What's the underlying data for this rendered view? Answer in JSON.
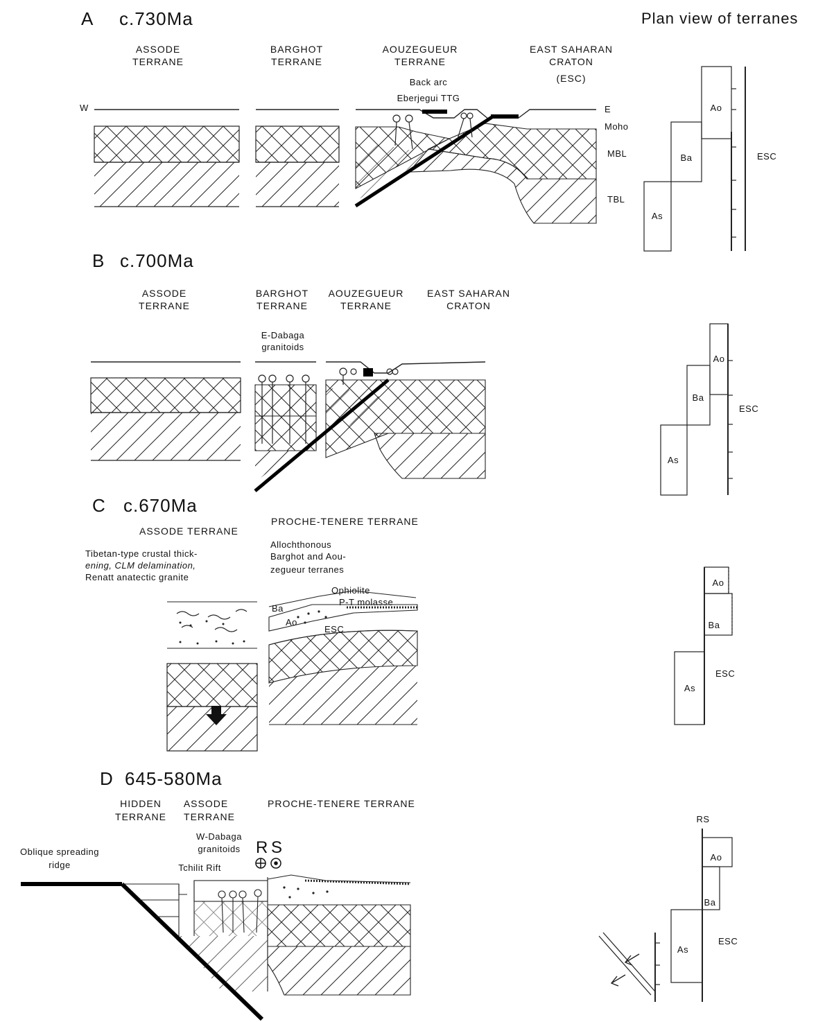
{
  "header": {
    "plan_view_title": "Plan view of terranes"
  },
  "panel_a": {
    "letter": "A",
    "age": "c.730Ma",
    "terrane_1": [
      "ASSODE",
      "TERRANE"
    ],
    "terrane_2": [
      "BARGHOT",
      "TERRANE"
    ],
    "terrane_3": [
      "AOUZEGUEUR",
      "TERRANE"
    ],
    "terrane_4": [
      "EAST SAHARAN",
      "CRATON",
      "(ESC)"
    ],
    "back_arc": "Back arc",
    "tt_label": "Eberjegui TTG",
    "west": "W",
    "east": "E",
    "moho": "Moho",
    "mbl": "MBL",
    "tbl": "TBL",
    "plan": {
      "ao": "Ao",
      "ba": "Ba",
      "as": "As",
      "esc": "ESC"
    }
  },
  "panel_b": {
    "letter": "B",
    "age": "c.700Ma",
    "terrane_1": [
      "ASSODE",
      "TERRANE"
    ],
    "terrane_2": [
      "BARGHOT",
      "TERRANE"
    ],
    "terrane_3": [
      "AOUZEGUEUR",
      "TERRANE"
    ],
    "terrane_4": [
      "EAST SAHARAN",
      "CRATON"
    ],
    "granitoids": [
      "E-Dabaga",
      "granitoids"
    ],
    "plan": {
      "ao": "Ao",
      "ba": "Ba",
      "as": "As",
      "esc": "ESC"
    }
  },
  "panel_c": {
    "letter": "C",
    "age": "c.670Ma",
    "terrane_1": "ASSODE TERRANE",
    "terrane_2": "PROCHE-TENERE TERRANE",
    "left_note": [
      "Tibetan-type crustal thick-",
      "ening, CLM delamination,",
      "Renatt anatectic granite"
    ],
    "right_note": [
      "Allochthonous",
      "Barghot and Aou-",
      "zegueur terranes"
    ],
    "ophiolite": "Ophiolite",
    "molasse": "P-T molasse",
    "ba": "Ba",
    "ao": "Ao",
    "esc": "ESC",
    "plan": {
      "ao": "Ao",
      "ba": "Ba",
      "as": "As",
      "esc": "ESC"
    }
  },
  "panel_d": {
    "letter": "D",
    "age": "645-580Ma",
    "terrane_1": [
      "HIDDEN",
      "TERRANE"
    ],
    "terrane_2": [
      "ASSODE",
      "TERRANE"
    ],
    "terrane_3": "PROCHE-TENERE TERRANE",
    "ridge": [
      "Oblique spreading",
      "ridge"
    ],
    "granitoids": [
      "W-Dabaga",
      "granitoids"
    ],
    "rift": "Tchilit Rift",
    "r": "R",
    "s": "S",
    "plan": {
      "rs": "RS",
      "ao": "Ao",
      "ba": "Ba",
      "as": "As",
      "esc": "ESC"
    }
  }
}
